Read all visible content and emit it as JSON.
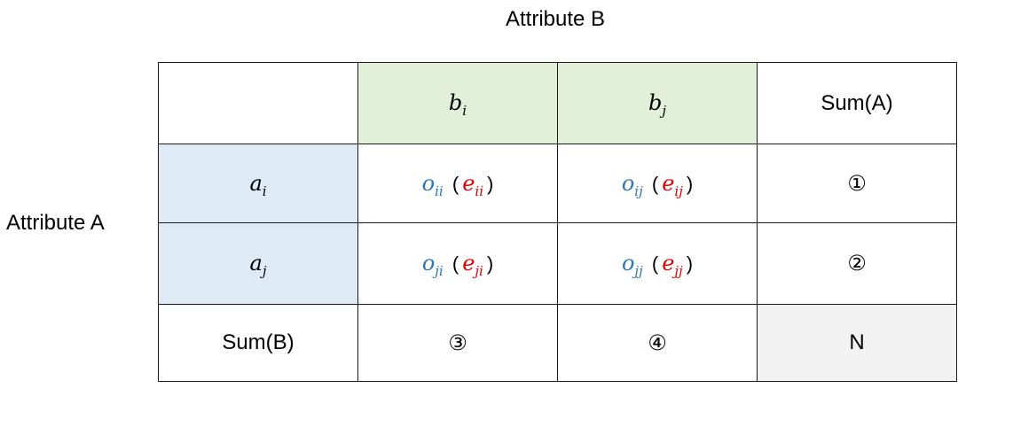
{
  "labels": {
    "attribute_b": "Attribute B",
    "attribute_a": "Attribute A"
  },
  "header": {
    "corner": "",
    "col_i": {
      "base": "b",
      "sub": "i"
    },
    "col_j": {
      "base": "b",
      "sub": "j"
    },
    "sum_a": "Sum(A)"
  },
  "rows": [
    {
      "label": {
        "base": "a",
        "sub": "i"
      },
      "cells": [
        {
          "o_base": "o",
          "o_sub": "ii",
          "e_base": "e",
          "e_sub": "ii"
        },
        {
          "o_base": "o",
          "o_sub": "ij",
          "e_base": "e",
          "e_sub": "ij"
        }
      ],
      "sum": "①"
    },
    {
      "label": {
        "base": "a",
        "sub": "j"
      },
      "cells": [
        {
          "o_base": "o",
          "o_sub": "ji",
          "e_base": "e",
          "e_sub": "ji"
        },
        {
          "o_base": "o",
          "o_sub": "jj",
          "e_base": "e",
          "e_sub": "jj"
        }
      ],
      "sum": "②"
    }
  ],
  "footer": {
    "sum_b": "Sum(B)",
    "col_i_total": "③",
    "col_j_total": "④",
    "grand_total": "N"
  },
  "colors": {
    "header_fill": "#e2efd9",
    "row_label_fill": "#deebf7",
    "total_fill": "#f2f2f2",
    "observed_text": "#2e75b6",
    "expected_text": "#e00000"
  }
}
